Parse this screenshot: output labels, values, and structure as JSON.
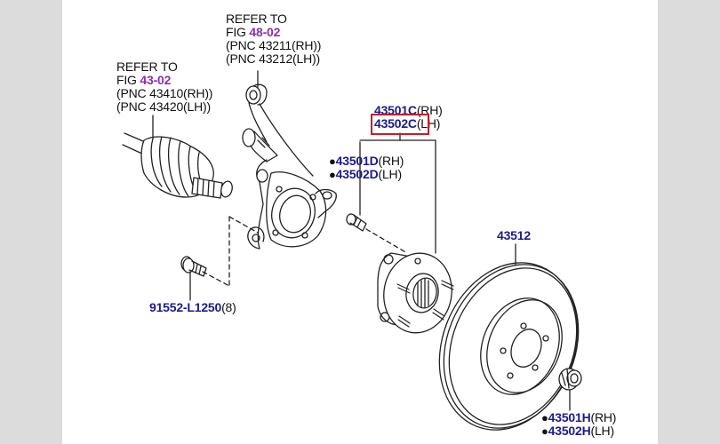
{
  "diagram": {
    "title": "Front axle hub & disc parts diagram",
    "colors": {
      "part_number": "#1b1b8c",
      "figure_ref": "#8a2fb0",
      "highlight": "#c0202a",
      "line_art": "#222222",
      "margin": "#dcdcdc"
    },
    "callouts": {
      "drive_shaft": {
        "line1": "REFER TO",
        "fig_prefix": "FIG ",
        "fig": "43-02",
        "pnc_rh": "(PNC 43410(RH))",
        "pnc_lh": "(PNC 43420(LH))"
      },
      "knuckle": {
        "line1": "REFER TO",
        "fig_prefix": "FIG ",
        "fig": "48-02",
        "pnc_rh": "(PNC 43211(RH))",
        "pnc_lh": "(PNC 43212(LH))"
      },
      "hub_assembly": {
        "rh_part": "43501C",
        "rh_side": "(RH)",
        "lh_part": "43502C",
        "lh_side": "(LH)",
        "highlighted": "43502C"
      },
      "hub_bolt": {
        "bullet": "●",
        "rh_part": "43501D",
        "rh_side": "(RH)",
        "lh_part": "43502D",
        "lh_side": "(LH)"
      },
      "knuckle_bolt": {
        "part": "91552-L1250",
        "qty": "(8)"
      },
      "disc": {
        "part": "43512"
      },
      "hub_nut": {
        "bullet": "●",
        "rh_part": "43501H",
        "rh_side": "(RH)",
        "lh_part": "43502H",
        "lh_side": "(LH)"
      }
    }
  }
}
